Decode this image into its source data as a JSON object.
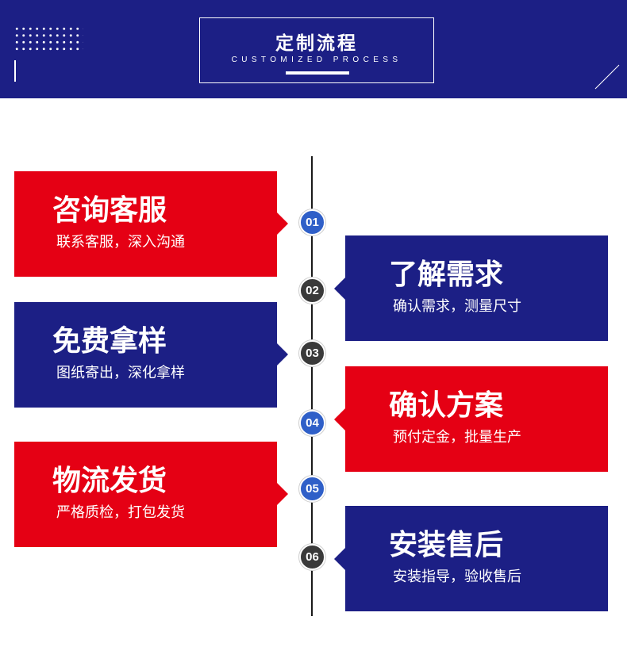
{
  "header": {
    "title_cn": "定制流程",
    "title_en": "CUSTOMIZED PROCESS"
  },
  "steps": [
    {
      "number": "01",
      "title": "咨询客服",
      "desc": "联系客服，深入沟通"
    },
    {
      "number": "02",
      "title": "了解需求",
      "desc": "确认需求，测量尺寸"
    },
    {
      "number": "03",
      "title": "免费拿样",
      "desc": "图纸寄出，深化拿样"
    },
    {
      "number": "04",
      "title": "确认方案",
      "desc": "预付定金，批量生产"
    },
    {
      "number": "05",
      "title": "物流发货",
      "desc": "严格质检，打包发货"
    },
    {
      "number": "06",
      "title": "安装售后",
      "desc": "安装指导，验收售后"
    }
  ],
  "colors": {
    "navy": "#1c1f85",
    "red": "#e50014",
    "node_blue": "#2f5fc8",
    "node_gray": "#3a3a3a"
  }
}
